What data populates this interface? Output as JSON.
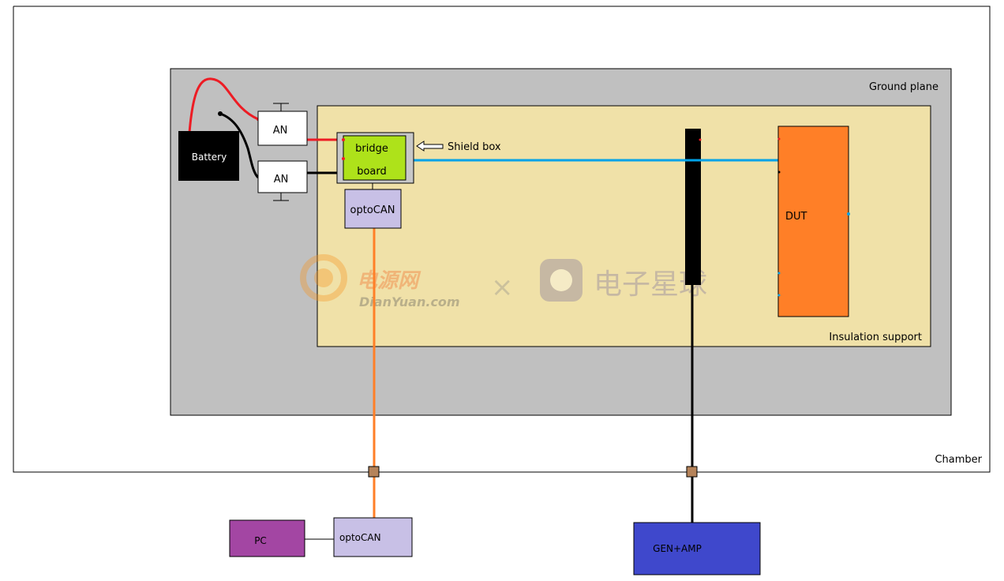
{
  "regions": {
    "chamber": "Chamber",
    "ground_plane": "Ground plane",
    "insulation_support": "Insulation support"
  },
  "components": {
    "battery": "Battery",
    "an_top": "AN",
    "an_bottom": "AN",
    "bridge_line1": "bridge",
    "bridge_line2": "board",
    "shield_box": "Shield box",
    "optocan_inside": "optoCAN",
    "dut": "DUT",
    "pc": "PC",
    "optocan_outside": "optoCAN",
    "gen_amp": "GEN+AMP"
  },
  "watermark": {
    "brand1_cn": "电源网",
    "brand1_en": "DianYuan.com",
    "separator": "×",
    "brand2_cn": "电子星球"
  },
  "colors": {
    "chamber_border": "#000000",
    "ground_plane": "#c0c0c0",
    "insulation_support": "#f0e1a8",
    "battery": "#000000",
    "bridge_board": "#aee21a",
    "shield_box": "#c8c8c8",
    "optocan": "#c8c0e6",
    "dut": "#ff7f27",
    "pc": "#a346a3",
    "gen_amp": "#3f48cc",
    "wire_red": "#ed1c24",
    "wire_black": "#000000",
    "wire_blue": "#00a2e8",
    "wire_orange": "#ff7f27",
    "feedthrough": "#b5835a"
  }
}
